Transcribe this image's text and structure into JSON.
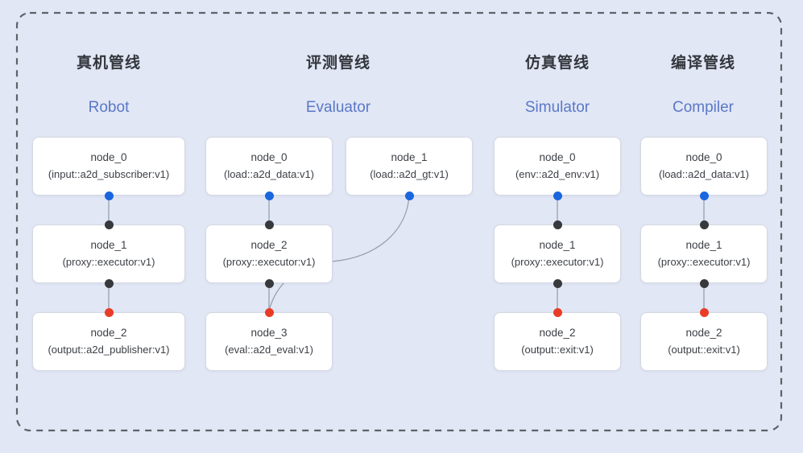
{
  "diagram": {
    "pipelines": [
      {
        "title_zh": "真机管线",
        "title_en": "Robot",
        "nodes": [
          {
            "name": "node_0",
            "type": "(input::a2d_subscriber:v1)"
          },
          {
            "name": "node_1",
            "type": "(proxy::executor:v1)"
          },
          {
            "name": "node_2",
            "type": "(output::a2d_publisher:v1)"
          }
        ]
      },
      {
        "title_zh": "评测管线",
        "title_en": "Evaluator",
        "nodes": [
          {
            "name": "node_0",
            "type": "(load::a2d_data:v1)"
          },
          {
            "name": "node_1",
            "type": "(load::a2d_gt:v1)"
          },
          {
            "name": "node_2",
            "type": "(proxy::executor:v1)"
          },
          {
            "name": "node_3",
            "type": "(eval::a2d_eval:v1)"
          }
        ]
      },
      {
        "title_zh": "仿真管线",
        "title_en": "Simulator",
        "nodes": [
          {
            "name": "node_0",
            "type": "(env::a2d_env:v1)"
          },
          {
            "name": "node_1",
            "type": "(proxy::executor:v1)"
          },
          {
            "name": "node_2",
            "type": "(output::exit:v1)"
          }
        ]
      },
      {
        "title_zh": "编译管线",
        "title_en": "Compiler",
        "nodes": [
          {
            "name": "node_0",
            "type": "(load::a2d_data:v1)"
          },
          {
            "name": "node_1",
            "type": "(proxy::executor:v1)"
          },
          {
            "name": "node_2",
            "type": "(output::exit:v1)"
          }
        ]
      }
    ],
    "colors": {
      "background": "#e2e7f5",
      "dashed_border": "#5e6269",
      "node_fill": "#ffffff",
      "node_border": "#d4d8e2",
      "node_text": "#3c4046",
      "title_zh": "#33363c",
      "title_en": "#5a78c7",
      "edge": "#97a0ae",
      "port_blue": "#1a66de",
      "port_black": "#38393d",
      "port_red": "#e93c27"
    }
  }
}
